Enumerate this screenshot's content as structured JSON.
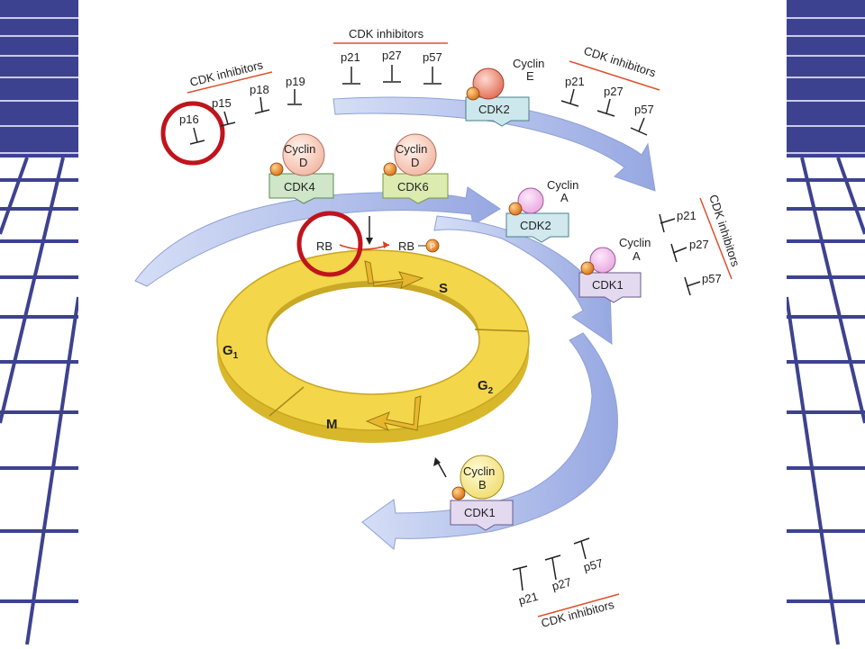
{
  "colors": {
    "arrow": "#aab9e8",
    "ring": "#f5d84a",
    "highlight": "#c0141c",
    "inhibitor_line": "#e0502c"
  },
  "inhibitor_groups": {
    "g1_early": {
      "title": "CDK inhibitors",
      "items": [
        "p16",
        "p15",
        "p18",
        "p19"
      ]
    },
    "g1_late": {
      "title": "CDK inhibitors",
      "items": [
        "p21",
        "p27",
        "p57"
      ]
    },
    "s_entry": {
      "title": "CDK inhibitors",
      "items": [
        "p21",
        "p27",
        "p57"
      ]
    },
    "s_phase": {
      "title": "CDK inhibitors",
      "items": [
        "p21",
        "p27",
        "p57"
      ]
    },
    "mitosis": {
      "title": "CDK inhibitors",
      "items": [
        "p21",
        "p27",
        "p57"
      ]
    }
  },
  "complexes": {
    "cyclin_e_cdk2": {
      "cyclin_line1": "Cyclin",
      "cyclin_line2": "E",
      "cdk": "CDK2"
    },
    "cyclin_d_cdk4": {
      "cyclin_line1": "Cyclin",
      "cyclin_line2": "D",
      "cdk": "CDK4"
    },
    "cyclin_d_cdk6": {
      "cyclin_line1": "Cyclin",
      "cyclin_line2": "D",
      "cdk": "CDK6"
    },
    "cyclin_a_cdk2": {
      "cyclin_line1": "Cyclin",
      "cyclin_line2": "A",
      "cdk": "CDK2"
    },
    "cyclin_a_cdk1": {
      "cyclin_line1": "Cyclin",
      "cyclin_line2": "A",
      "cdk": "CDK1"
    },
    "cyclin_b_cdk1": {
      "cyclin_line1": "Cyclin",
      "cyclin_line2": "B",
      "cdk": "CDK1"
    }
  },
  "rb": {
    "label": "RB",
    "phospho_label": "RB",
    "phosphate": "P"
  },
  "phases": {
    "g1": "G",
    "g1_sub": "1",
    "s": "S",
    "g2": "G",
    "g2_sub": "2",
    "m": "M"
  }
}
